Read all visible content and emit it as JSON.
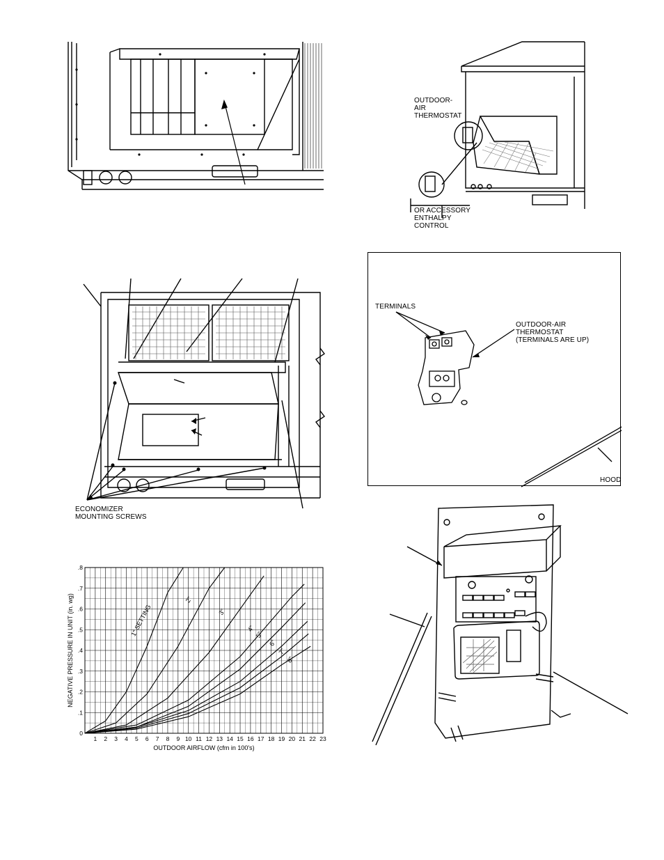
{
  "figA": {},
  "figB": {
    "outdoor_air_thermostat": "OUTDOOR-\nAIR\nTHERMOSTAT",
    "enthalpy_control": "OR ACCESSORY\nENTHALPY\nCONTROL"
  },
  "figC": {
    "economizer_screws": "ECONOMIZER\nMOUNTING SCREWS"
  },
  "figD": {
    "terminals": "TERMINALS",
    "thermostat": "OUTDOOR-AIR\nTHERMOSTAT\n(TERMINALS ARE UP)",
    "hood": "HOOD"
  },
  "figF": {},
  "chart_data": {
    "type": "line",
    "xlabel": "OUTDOOR AIRFLOW (cfm in 100's)",
    "ylabel": "NEGATIVE PRESSURE IN UNIT (in. wg)",
    "xlim": [
      0,
      23
    ],
    "ylim": [
      0,
      0.8
    ],
    "x_ticks": [
      "1",
      "2",
      "3",
      "4",
      "5",
      "6",
      "7",
      "8",
      "9",
      "10",
      "11",
      "12",
      "13",
      "14",
      "15",
      "16",
      "17",
      "18",
      "19",
      "20",
      "21",
      "22",
      "23"
    ],
    "y_ticks": [
      "0",
      ".1",
      ".2",
      ".3",
      ".4",
      ".5",
      ".6",
      ".7",
      ".8"
    ],
    "grid": true,
    "series": [
      {
        "name": "1\" SETTING",
        "x": [
          0,
          2,
          4,
          6,
          8,
          9.5
        ],
        "y": [
          0,
          0.06,
          0.2,
          0.42,
          0.68,
          0.8
        ]
      },
      {
        "name": "2\"",
        "x": [
          0,
          3,
          6,
          9,
          12,
          13.5
        ],
        "y": [
          0,
          0.05,
          0.19,
          0.42,
          0.7,
          0.8
        ]
      },
      {
        "name": "3\"",
        "x": [
          0,
          4,
          8,
          12,
          16,
          17.3
        ],
        "y": [
          0,
          0.04,
          0.17,
          0.39,
          0.67,
          0.76
        ]
      },
      {
        "name": "4\"",
        "x": [
          0,
          5,
          10,
          15,
          20,
          21.2
        ],
        "y": [
          0,
          0.04,
          0.16,
          0.37,
          0.66,
          0.72
        ]
      },
      {
        "name": "5\"",
        "x": [
          0,
          5,
          10,
          15,
          19,
          21.3
        ],
        "y": [
          0,
          0.03,
          0.13,
          0.31,
          0.51,
          0.63
        ]
      },
      {
        "name": "6\"",
        "x": [
          0,
          5,
          10,
          15,
          19,
          21.5
        ],
        "y": [
          0,
          0.03,
          0.11,
          0.25,
          0.42,
          0.54
        ]
      },
      {
        "name": "7\"",
        "x": [
          0,
          5,
          10,
          15,
          19,
          21.6
        ],
        "y": [
          0,
          0.025,
          0.095,
          0.22,
          0.37,
          0.48
        ]
      },
      {
        "name": "8\"",
        "x": [
          0,
          5,
          10,
          15,
          19,
          21.8
        ],
        "y": [
          0,
          0.02,
          0.08,
          0.19,
          0.33,
          0.42
        ]
      }
    ]
  }
}
